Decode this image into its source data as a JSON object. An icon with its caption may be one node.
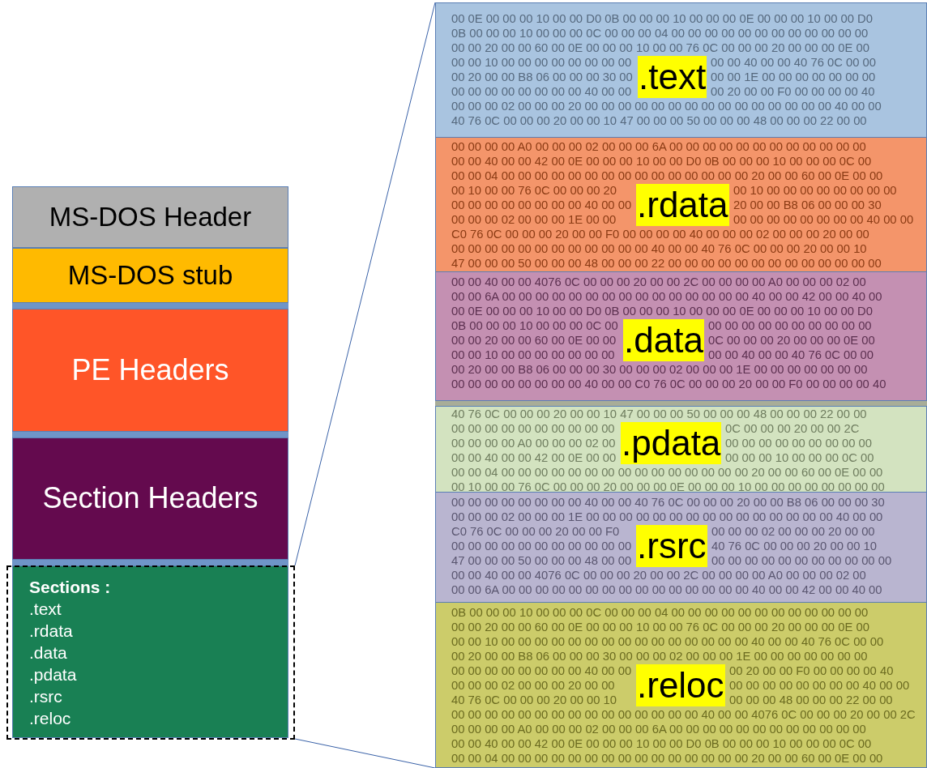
{
  "diagram": {
    "nodes": [
      {
        "text": [
          "MS-DOS Header"
        ]
      },
      {
        "text": [
          "MS-DOS stub"
        ]
      },
      {
        "text": [
          "PE Headers"
        ]
      },
      {
        "text": [
          "Section Headers"
        ]
      },
      {
        "text": [
          "Sections :",
          ".text",
          ".rdata",
          ".data",
          ".pdata",
          ".rsrc",
          ".reloc"
        ]
      },
      {
        "text": [
          ".text",
          "00 0E 00 00 00 10 00 00 D0 0B 00 00 00 10 00 00 00 0E 00 00 00 10 00 00 D0",
          "0B 00 00 00 10 00 00 00 0C 00 00 00 04 00 00 00 00 00 00 00 00 00 00 00 00",
          "00 00 20 00 00 60 00 0E 00 00 00 10 00 00 76 0C 00 00 00 20 00 00 00 0E 00",
          "00 00 10 00 00 00 00 00 00 00 00",
          "00 00 40 00 00 40 76 0C 00 00",
          "00 20 00 00 B8 06 00 00 00 30 00",
          "00 00 1E 00 00 00 00 00 00 00",
          "00 00 00 00 00 00 00 00 40 00 00",
          "00 20 00 00 F0 00 00 00 00 40",
          "00 00 00 02 00 00 00 20 00 00 00 00 00 00 00 00 00 00 00 00 00 00 00 40 00 00",
          "40 76 0C 00 00 00 20 00 00 10 47 00 00 00 50 00 00 00 48 00 00 00 22 00 00"
        ]
      },
      {
        "text": [
          ".rdata",
          "00 00 00 00 A0 00 00 00 02 00 00 00 6A 00 00 00 00 00 00 00 00 00 00 00 00",
          "00 00 40 00 00 42 00 0E 00 00 00 10 00 00 D0 0B 00 00 00 10 00 00 00 0C 00",
          "00 00 04 00 00 00 00 00 00 00 00 00 00 00 00 00 00 00 20 00 00 60 00 0E 00 00",
          "00 10 00 00 76 0C 00 00 00 20",
          "00 10 00 00 00 00 00 00 00 00",
          "00 00 00 00 00 00 00 00 40 00 00",
          "20 00 00 B8 06 00 00 00 30",
          "00 00 00 02 00 00 00 1E 00 00",
          "00 00 00 00 00 00 00 00 40 00 00",
          "C0 76 0C 00 00 00 20 00 00 F0 00 00 00 00 40 00 00 00 02 00 00 00 20 00 00",
          "00 00 00 00 00 00 00 00 00 00 00 00 40 00 00 40 76 0C 00 00 00 20 00 00 10",
          "47 00 00 00 50 00 00 00 48 00 00 00 22 00 00 00 00 00 00 00 00 00 00 00 00 00"
        ]
      },
      {
        "text": [
          ".data",
          "00 00 40 00 00 4076 0C 00 00 00 20 00 00 2C 00 00 00 00 A0 00 00 00 02 00",
          "00 00 6A 00 00 00 00 00 00 00 00 00 00 00 00 00 00 00 40 00 00 42 00 00 40 00",
          "00 0E 00 00 00 10 00 00 D0 0B 00 00 00 10 00 00 00 0E 00 00 00 10 00 00 D0",
          "0B 00 00 00 10 00 00 00 0C 00",
          "00 00 00 00 00 00 00 00 00 00",
          "00 00 20 00 00 60 00 0E 00 00",
          "0C 00 00 00 20 00 00 00 0E 00",
          "00 00 10 00 00 00 00 00 00 00",
          "00 00 40 00 00 40 76 0C 00 00",
          "00 20 00 00 B8 06 00 00 00 30 00 00 00 02 00 00 00 1E 00 00 00 00 00 00 00",
          "00 00 00 00 00 00 00 00 40 00 00 C0 76 0C 00 00 00 20 00 00 F0 00 00 00 00 40"
        ]
      },
      {
        "text": [
          ".pdata",
          "40 76 0C 00 00 00 20 00 00 10 47 00 00 00 50 00 00 00 48 00 00 00 22 00 00",
          "00 00 00 00 00 00 00 00 00 00",
          "0C 00 00 00 20 00 00 2C",
          "00 00 00 00 A0 00 00 00 02 00",
          "00 00 00 00 00 00 00 00 00",
          "00 00 40 00 00 42 00 0E 00 00",
          "00 00 00 10 00 00 00 0C 00",
          "00 00 04 00 00 00 00 00 00 00 00 00 00 00 00 00 00 00 20 00 00 60 00 0E 00 00",
          "00 10 00 00 76 0C 00 00 00 20 00 00 00 0E 00 00 00 10 00 00 00 00 00 00 00 00"
        ]
      },
      {
        "text": [
          ".rsrc",
          "00 00 00 00 00 00 00 00 40 00 00 40 76 0C 00 00 00 20 00 00 B8 06 00 00 00 30",
          "00 00 00 02 00 00 00 1E 00 00 00 00 00 00 00 00 00 00 00 00 00 00 00 40 00 00",
          "C0 76 0C 00 00 00 20 00 00 F0",
          "00 00 00 02 00 00 00 20 00 00",
          "00 00 00 00 00 00 00 00 00 00 00",
          "40 76 0C 00 00 00 20 00 00 10",
          "47 00 00 00 50 00 00 00 48 00 00",
          "00 00 00 00 00 00 00 00 00 00 00",
          "00 00 40 00 00 4076 0C 00 00 00 20 00 00 2C 00 00 00 00 A0 00 00 00 02 00",
          "00 00 6A 00 00 00 00 00 00 00 00 00 00 00 00 00 00 00 40 00 00 42 00 00 40 00"
        ]
      },
      {
        "text": [
          ".reloc",
          "0B 00 00 00 10 00 00 00 0C 00 00 00 04 00 00 00 00 00 00 00 00 00 00 00 00",
          "00 00 20 00 00 60 00 0E 00 00 00 10 00 00 76 0C 00 00 00 20 00 00 00 0E 00",
          "00 00 10 00 00 00 00 00 00 00 00 00 00 00 00 00 00 00 40 00 00 40 76 0C 00 00",
          "00 20 00 00 B8 06 00 00 00 30 00 00 00 02 00 00 00 1E 00 00 00 00 00 00 00",
          "00 00 00 00 00 00 00 00 40 00 00",
          "00 20 00 00 F0 00 00 00 00 40",
          "00 00 00 02 00 00 00 20 00 00",
          "00 00 00 00 00 00 00 00 40 00 00",
          "40 76 0C 00 00 00 20 00 00 10",
          "00 00 00 48 00 00 00 22 00 00",
          "00 00 00 00 00 00 00 00 00 00 00 00 00 00 00 40 00 00 4076 0C 00 00 00 20 00 00 2C",
          "00 00 00 00 A0 00 00 00 02 00 00 00 6A 00 00 00 00 00 00 00 00 00 00 00 00",
          "00 00 40 00 00 42 00 0E 00 00 00 10 00 00 D0 0B 00 00 00 10 00 00 00 0C 00",
          "00 00 04 00 00 00 00 00 00 00 00 00 00 00 00 00 00 00 20 00 00 60 00 0E 00 00"
        ]
      }
    ],
    "edges": [
      {
        "from": 4,
        "to": 5,
        "arrow": "none"
      },
      {
        "from": 4,
        "to": 10,
        "arrow": "none"
      }
    ]
  }
}
